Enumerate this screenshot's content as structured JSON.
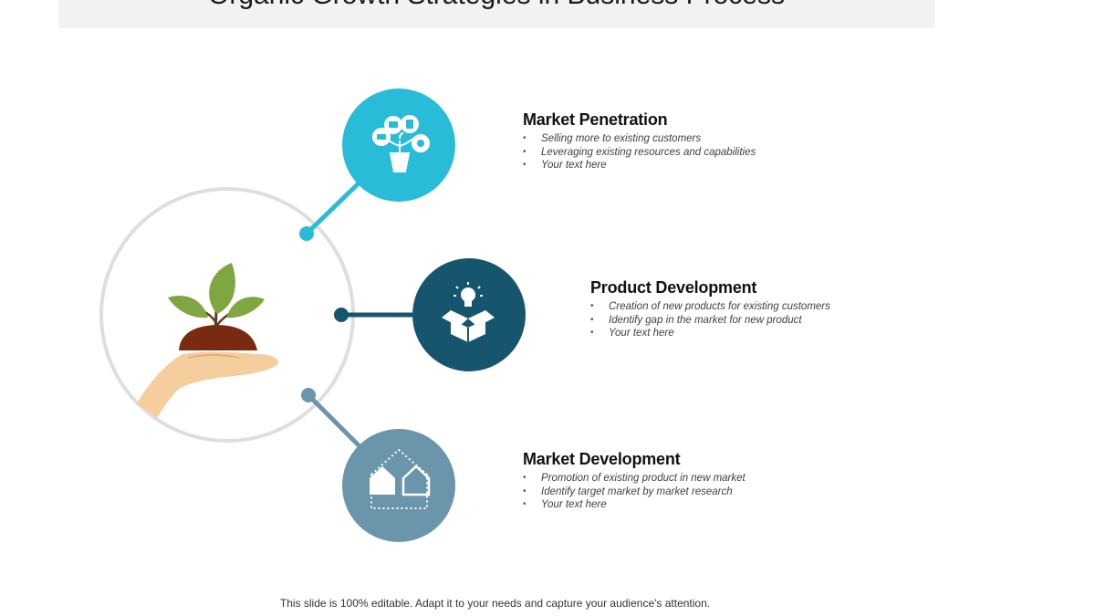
{
  "title": "Organic Growth Strategies in Business Process",
  "colors": {
    "penetration": "#29bcd8",
    "product": "#17556f",
    "development": "#6b95aa",
    "ring": "#dedede",
    "leaf": "#7fa640",
    "soil": "#7a2a10",
    "hand": "#f6cd9c"
  },
  "items": [
    {
      "heading": "Market Penetration",
      "icon": "plant-devices-icon",
      "bullets": [
        "Selling more to existing customers",
        "Leveraging existing resources and capabilities",
        "Your text here"
      ]
    },
    {
      "heading": "Product Development",
      "icon": "box-lightbulb-icon",
      "bullets": [
        "Creation of new products for existing customers",
        "Identify gap in the market for new product",
        "Your text here"
      ]
    },
    {
      "heading": "Market Development",
      "icon": "houses-icon",
      "bullets": [
        "Promotion of existing product in new market",
        "Identify target market  by market research",
        "Your text here"
      ]
    }
  ],
  "center_icon": "hand-holding-plant-icon",
  "footer": "This slide is 100% editable. Adapt it to your needs and capture your audience's attention."
}
